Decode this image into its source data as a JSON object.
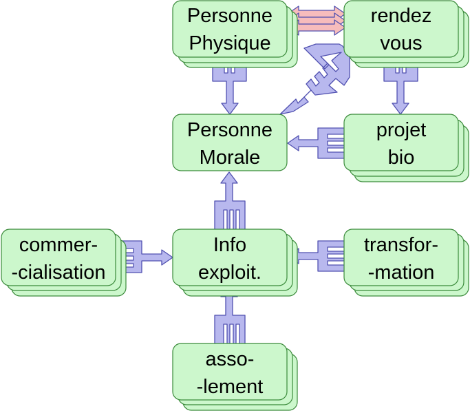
{
  "nodes": {
    "personne_physique": {
      "line1": "Personne",
      "line2": "Physique"
    },
    "rendez_vous": {
      "line1": "rendez",
      "line2": "vous"
    },
    "personne_morale": {
      "line1": "Personne",
      "line2": "Morale"
    },
    "projet_bio": {
      "line1": "projet",
      "line2": "bio"
    },
    "info_exploit": {
      "line1": "Info",
      "line2": "exploit."
    },
    "commercialisation": {
      "line1": "commer-",
      "line2": "-cialisation"
    },
    "transformation": {
      "line1": "transfor-",
      "line2": "-mation"
    },
    "assolement": {
      "line1": "asso-",
      "line2": "-lement"
    }
  },
  "colors": {
    "box_fill": "#ccf7cc",
    "box_stroke": "#3a8a3a",
    "arrow_fill": "#b8b8ee",
    "arrow_stroke": "#5050b0",
    "arrow_highlight_fill": "#f6bcbc"
  }
}
